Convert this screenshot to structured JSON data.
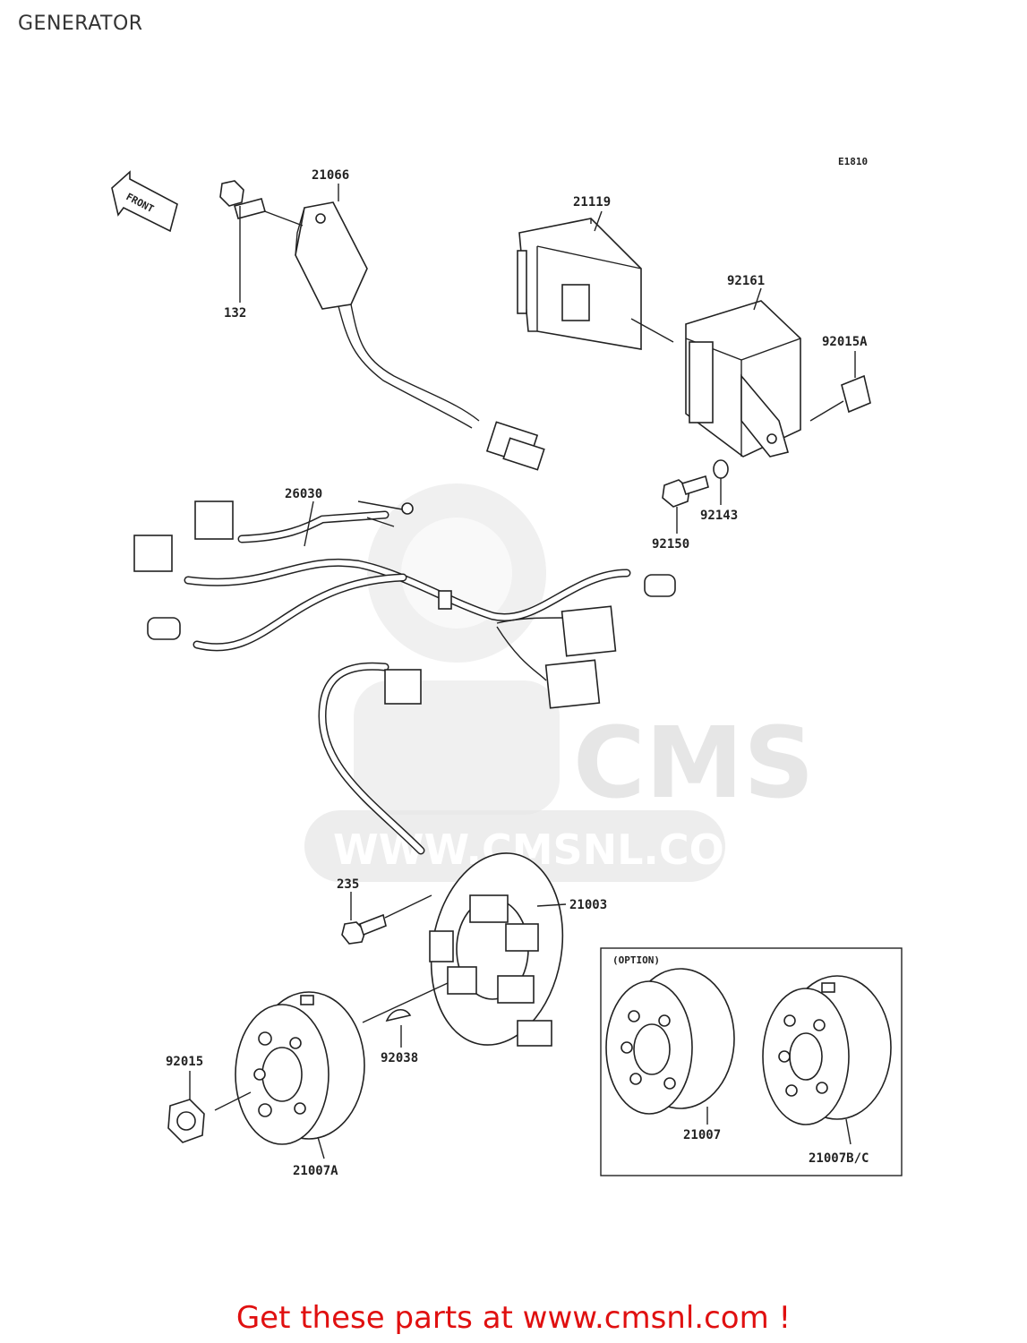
{
  "title": "GENERATOR",
  "diagram_code": "E1810",
  "front_label": "FRONT",
  "option_label": "(OPTION)",
  "watermark": {
    "logo": "CMS",
    "url": "WWW.CMSNL.COM"
  },
  "parts": {
    "p21066": "21066",
    "p132": "132",
    "p21119": "21119",
    "p92161": "92161",
    "p92015A": "92015A",
    "p92143": "92143",
    "p92150": "92150",
    "p26030": "26030",
    "p235": "235",
    "p21003": "21003",
    "p92015": "92015",
    "p92038": "92038",
    "p21007A": "21007A",
    "p21007": "21007",
    "p21007BC": "21007B/C"
  },
  "footer": "Get these parts at www.cmsnl.com !"
}
